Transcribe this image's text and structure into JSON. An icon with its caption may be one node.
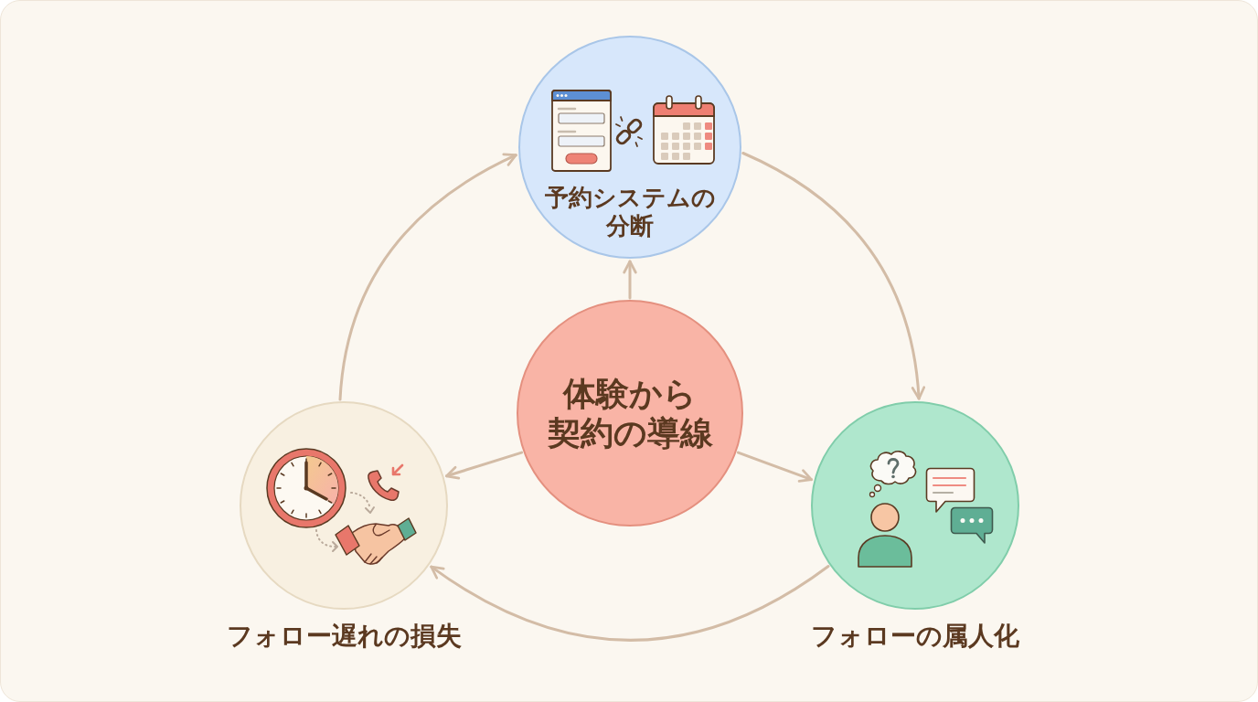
{
  "diagram": {
    "nodes": [
      {
        "text": [
          "予約システムの分断"
        ]
      },
      {
        "text": [
          "体験から契約の導線"
        ]
      },
      {
        "text": [
          "フォロー遅れの損失"
        ]
      },
      {
        "text": [
          "フォローの属人化"
        ]
      }
    ],
    "edges": [
      {
        "from": 1,
        "to": 0,
        "arrow": "to"
      },
      {
        "from": 1,
        "to": 2,
        "arrow": "to"
      },
      {
        "from": 1,
        "to": 3,
        "arrow": "to"
      },
      {
        "from": 0,
        "to": 3,
        "arrow": "to"
      },
      {
        "from": 3,
        "to": 2,
        "arrow": "to"
      },
      {
        "from": 2,
        "to": 0,
        "arrow": "to"
      }
    ]
  }
}
